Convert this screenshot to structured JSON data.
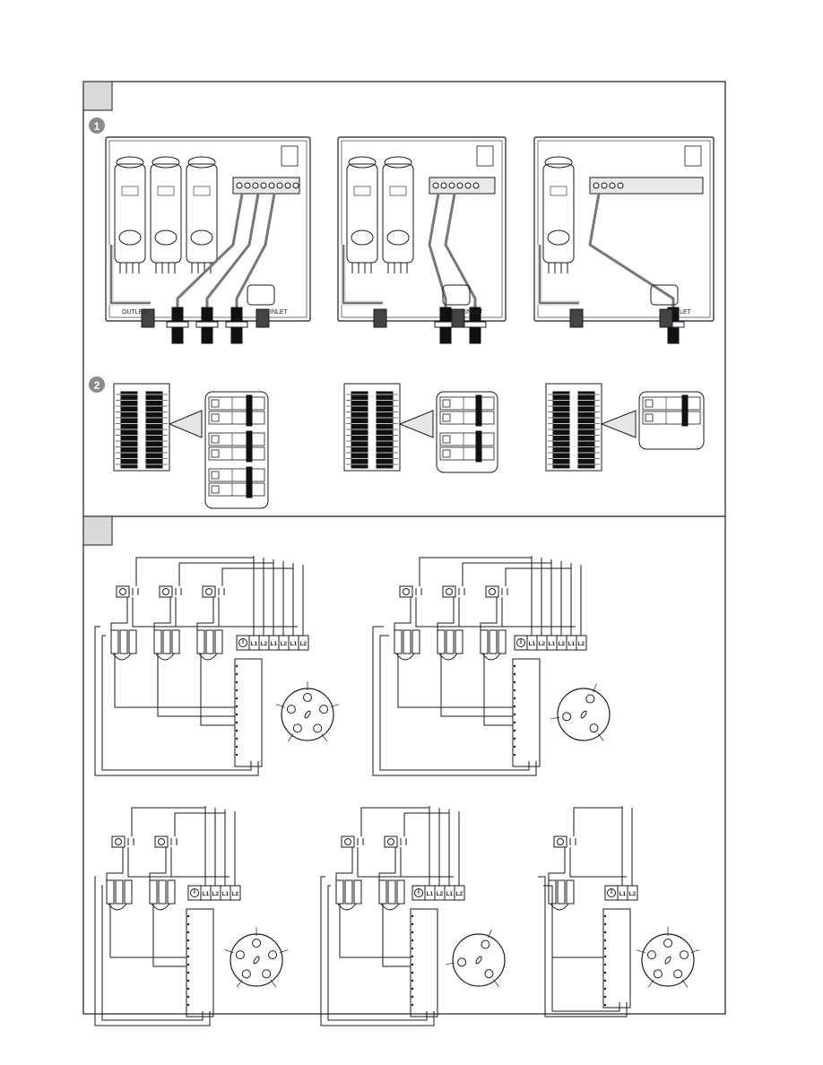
{
  "sections": [
    {
      "id": "A",
      "label": ""
    },
    {
      "id": "B",
      "label": ""
    }
  ],
  "steps": [
    {
      "number": "1"
    },
    {
      "number": "2"
    }
  ],
  "heater_units": [
    {
      "elements": 3,
      "outlet_label": "OUTLET",
      "inlet_label": "INLET",
      "cables": 3
    },
    {
      "elements": 2,
      "outlet_label": "",
      "inlet_label": "INLET",
      "cables": 2
    },
    {
      "elements": 1,
      "outlet_label": "",
      "inlet_label": "INLET",
      "cables": 1
    }
  ],
  "breaker_callouts": [
    {
      "pairs": 3
    },
    {
      "pairs": 2
    },
    {
      "pairs": 1
    }
  ],
  "wiring": {
    "ground_symbol": "ground-icon",
    "terminals_3": [
      "L1",
      "L2",
      "L1",
      "L2",
      "L1",
      "L2"
    ],
    "terminals_2": [
      "L1",
      "L2",
      "L1",
      "L2"
    ],
    "terminals_1": [
      "L1",
      "L2"
    ],
    "diagrams": [
      {
        "elements": 3,
        "thermostat_pins": 5
      },
      {
        "elements": 3,
        "thermostat_pins": 3
      },
      {
        "elements": 2,
        "thermostat_pins": 5
      },
      {
        "elements": 2,
        "thermostat_pins": 3
      },
      {
        "elements": 1,
        "thermostat_pins": 5
      }
    ]
  },
  "colors": {
    "line": "#1a1a1a",
    "badge": "#8a8a8a",
    "accent": "#1e2a6e"
  }
}
